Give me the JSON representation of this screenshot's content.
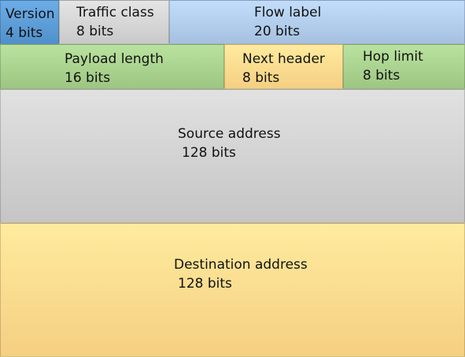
{
  "colors": {
    "blue_dark": "#5b9bd5",
    "blue_light": "#b4cde9",
    "gray": "#cfcfcf",
    "green": "#a9d08e",
    "orange": "#ffd98a"
  },
  "fields": {
    "version": {
      "name": "Version",
      "bits": "4 bits",
      "fill": "#5b9bd5"
    },
    "traffic": {
      "name": "Traffic class",
      "bits": "8 bits",
      "fill": "#d3d3d3"
    },
    "flow": {
      "name": "Flow label",
      "bits": "20 bits",
      "fill": "#b0cbe9"
    },
    "payload": {
      "name": "Payload length",
      "bits": "16 bits",
      "fill": "#a8d08d"
    },
    "nexthdr": {
      "name": "Next header",
      "bits": "8 bits",
      "fill": "#ffd98c"
    },
    "hoplimit": {
      "name": "Hop limit",
      "bits": "8 bits",
      "fill": "#a8d08d"
    },
    "source": {
      "name": "Source address",
      "bits": "128 bits",
      "fill": "#cfcfcf"
    },
    "dest": {
      "name": "Destination address",
      "bits": "128 bits",
      "fill": "#ffd98c"
    }
  }
}
